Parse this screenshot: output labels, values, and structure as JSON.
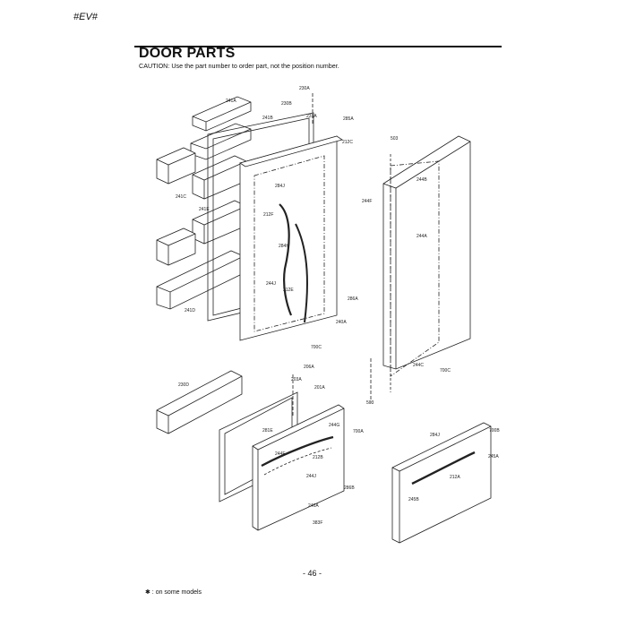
{
  "header": {
    "model_tag": "#EV#",
    "title": "DOOR PARTS",
    "caution": "CAUTION: Use the part number to order part, not the position number."
  },
  "footer": {
    "page_number": "- 46 -",
    "note": "✱ : on some models"
  },
  "callouts": [
    {
      "id": "c230A",
      "text": "230A"
    },
    {
      "id": "c241A",
      "text": "241A"
    },
    {
      "id": "c230B",
      "text": "230B"
    },
    {
      "id": "c241B",
      "text": "241B"
    },
    {
      "id": "c231A",
      "text": "231A"
    },
    {
      "id": "c285A",
      "text": "285A"
    },
    {
      "id": "c212C",
      "text": "212C"
    },
    {
      "id": "c241C",
      "text": "241C"
    },
    {
      "id": "c241E",
      "text": "241E"
    },
    {
      "id": "c284J",
      "text": "284J"
    },
    {
      "id": "c212F",
      "text": "212F"
    },
    {
      "id": "c244F",
      "text": "244F"
    },
    {
      "id": "c284H",
      "text": "284H"
    },
    {
      "id": "c241D",
      "text": "241D"
    },
    {
      "id": "c244J",
      "text": "244J"
    },
    {
      "id": "c212E",
      "text": "212E"
    },
    {
      "id": "c286A",
      "text": "286A"
    },
    {
      "id": "c240A",
      "text": "240A"
    },
    {
      "id": "c700C",
      "text": "700C"
    },
    {
      "id": "c503a",
      "text": "503"
    },
    {
      "id": "c244B",
      "text": "244B"
    },
    {
      "id": "c244A",
      "text": "244A"
    },
    {
      "id": "c244C",
      "text": "244C"
    },
    {
      "id": "c700Ca",
      "text": "700C"
    },
    {
      "id": "c503b",
      "text": "503"
    },
    {
      "id": "c230D",
      "text": "230D"
    },
    {
      "id": "c206A",
      "text": "206A"
    },
    {
      "id": "c203A",
      "text": "203A"
    },
    {
      "id": "c201A",
      "text": "201A"
    },
    {
      "id": "c281E",
      "text": "281E"
    },
    {
      "id": "c244G",
      "text": "244G"
    },
    {
      "id": "c700A",
      "text": "700A"
    },
    {
      "id": "c244E",
      "text": "244E"
    },
    {
      "id": "c212B",
      "text": "212B"
    },
    {
      "id": "c244Ja",
      "text": "244J"
    },
    {
      "id": "c286B",
      "text": "286B"
    },
    {
      "id": "c240Aa",
      "text": "240A"
    },
    {
      "id": "c383F",
      "text": "383F"
    },
    {
      "id": "c284Ja",
      "text": "284J"
    },
    {
      "id": "c700B",
      "text": "700B"
    },
    {
      "id": "c245A",
      "text": "245A"
    },
    {
      "id": "c212A",
      "text": "212A"
    },
    {
      "id": "c245B",
      "text": "245B"
    }
  ]
}
